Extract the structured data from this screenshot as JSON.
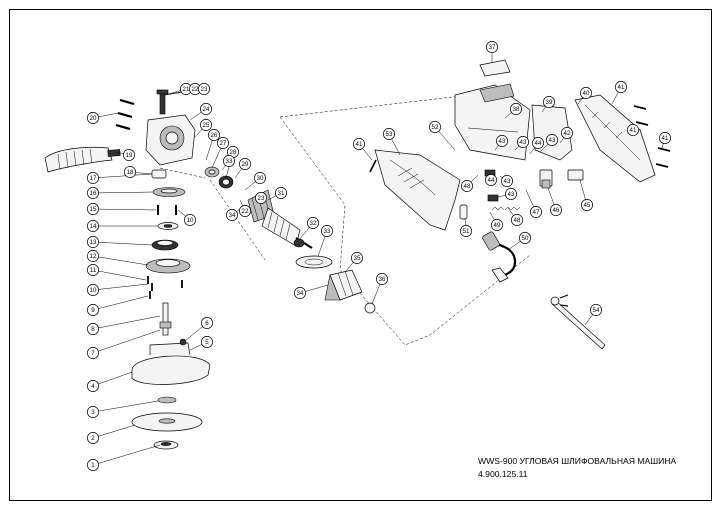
{
  "title_block": {
    "line1": "WWS-900 УГЛОВАЯ ШЛИФОВАЛЬНАЯ МАШИНА",
    "line2": "4.900.125.11"
  },
  "callouts": [
    "1",
    "2",
    "3",
    "4",
    "5",
    "6",
    "7",
    "8",
    "9",
    "10",
    "11",
    "12",
    "13",
    "14",
    "15",
    "16",
    "17",
    "18",
    "19",
    "20",
    "21",
    "22",
    "23",
    "24",
    "25",
    "26",
    "27",
    "28",
    "29",
    "30",
    "31",
    "32",
    "33",
    "34",
    "35",
    "36",
    "37",
    "38",
    "39",
    "40",
    "41",
    "42",
    "43",
    "44",
    "45",
    "46",
    "47",
    "48",
    "49",
    "50",
    "51",
    "52",
    "53",
    "54"
  ],
  "extra_callouts": [
    "10",
    "41",
    "43",
    "43",
    "41",
    "44",
    "43",
    "48",
    "43",
    "33",
    "41",
    "22",
    "23",
    "34"
  ]
}
